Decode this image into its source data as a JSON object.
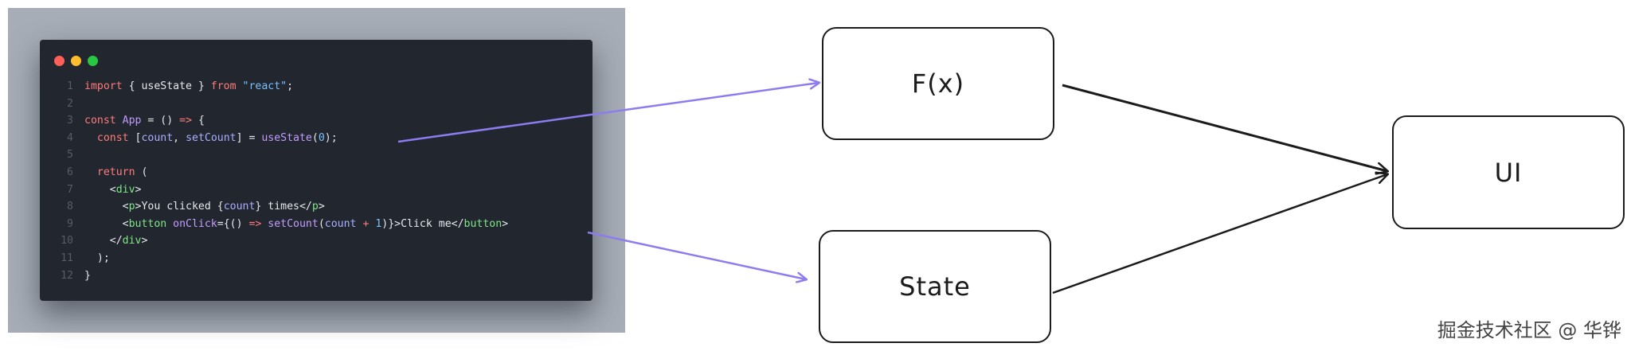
{
  "code_window": {
    "buttons": [
      "close",
      "minimize",
      "maximize"
    ],
    "colors": {
      "background": "#22262e",
      "frame": "#a6adb6",
      "close": "#ff5f57",
      "minimize": "#febc2e",
      "maximize": "#28c840"
    },
    "lines": [
      {
        "num": "1",
        "tokens": [
          {
            "t": "import",
            "c": "kw"
          },
          {
            "t": " { useState } ",
            "c": "plain"
          },
          {
            "t": "from",
            "c": "kw"
          },
          {
            "t": " ",
            "c": "plain"
          },
          {
            "t": "\"react\"",
            "c": "str"
          },
          {
            "t": ";",
            "c": "plain"
          }
        ]
      },
      {
        "num": "2",
        "tokens": []
      },
      {
        "num": "3",
        "tokens": [
          {
            "t": "const",
            "c": "kw"
          },
          {
            "t": " ",
            "c": "plain"
          },
          {
            "t": "App",
            "c": "fn"
          },
          {
            "t": " = () ",
            "c": "plain"
          },
          {
            "t": "=>",
            "c": "kw"
          },
          {
            "t": " {",
            "c": "plain"
          }
        ]
      },
      {
        "num": "4",
        "tokens": [
          {
            "t": "  const",
            "c": "kw"
          },
          {
            "t": " [",
            "c": "plain"
          },
          {
            "t": "count",
            "c": "var"
          },
          {
            "t": ", ",
            "c": "plain"
          },
          {
            "t": "setCount",
            "c": "var"
          },
          {
            "t": "] = ",
            "c": "plain"
          },
          {
            "t": "useState",
            "c": "fn"
          },
          {
            "t": "(",
            "c": "plain"
          },
          {
            "t": "0",
            "c": "num"
          },
          {
            "t": ");",
            "c": "plain"
          }
        ]
      },
      {
        "num": "5",
        "tokens": []
      },
      {
        "num": "6",
        "tokens": [
          {
            "t": "  return",
            "c": "kw"
          },
          {
            "t": " (",
            "c": "plain"
          }
        ]
      },
      {
        "num": "7",
        "tokens": [
          {
            "t": "    <",
            "c": "plain"
          },
          {
            "t": "div",
            "c": "tag"
          },
          {
            "t": ">",
            "c": "plain"
          }
        ]
      },
      {
        "num": "8",
        "tokens": [
          {
            "t": "      <",
            "c": "plain"
          },
          {
            "t": "p",
            "c": "tag"
          },
          {
            "t": ">You clicked {",
            "c": "plain"
          },
          {
            "t": "count",
            "c": "var"
          },
          {
            "t": "} times</",
            "c": "plain"
          },
          {
            "t": "p",
            "c": "tag"
          },
          {
            "t": ">",
            "c": "plain"
          }
        ]
      },
      {
        "num": "9",
        "tokens": [
          {
            "t": "      <",
            "c": "plain"
          },
          {
            "t": "button",
            "c": "tag"
          },
          {
            "t": " ",
            "c": "plain"
          },
          {
            "t": "onClick",
            "c": "attr"
          },
          {
            "t": "={() ",
            "c": "plain"
          },
          {
            "t": "=>",
            "c": "kw"
          },
          {
            "t": " ",
            "c": "plain"
          },
          {
            "t": "setCount",
            "c": "fn"
          },
          {
            "t": "(",
            "c": "plain"
          },
          {
            "t": "count",
            "c": "var"
          },
          {
            "t": " ",
            "c": "plain"
          },
          {
            "t": "+",
            "c": "kw"
          },
          {
            "t": " ",
            "c": "plain"
          },
          {
            "t": "1",
            "c": "num"
          },
          {
            "t": ")}>Click me</",
            "c": "plain"
          },
          {
            "t": "button",
            "c": "tag"
          },
          {
            "t": ">",
            "c": "plain"
          }
        ]
      },
      {
        "num": "10",
        "tokens": [
          {
            "t": "    </",
            "c": "plain"
          },
          {
            "t": "div",
            "c": "tag"
          },
          {
            "t": ">",
            "c": "plain"
          }
        ]
      },
      {
        "num": "11",
        "tokens": [
          {
            "t": "  );",
            "c": "plain"
          }
        ]
      },
      {
        "num": "12",
        "tokens": [
          {
            "t": "}",
            "c": "plain"
          }
        ]
      }
    ]
  },
  "diagram": {
    "nodes": {
      "fx": "F(x)",
      "state": "State",
      "ui": "UI"
    },
    "edges": [
      {
        "from": "code-line-4",
        "to": "fx",
        "color": "#8d7cf0"
      },
      {
        "from": "code-line-9",
        "to": "state",
        "color": "#8d7cf0"
      },
      {
        "from": "fx",
        "to": "ui",
        "color": "#1b1b1b"
      },
      {
        "from": "state",
        "to": "ui",
        "color": "#1b1b1b"
      }
    ]
  },
  "watermark": "掘金技术社区 @ 华铧"
}
